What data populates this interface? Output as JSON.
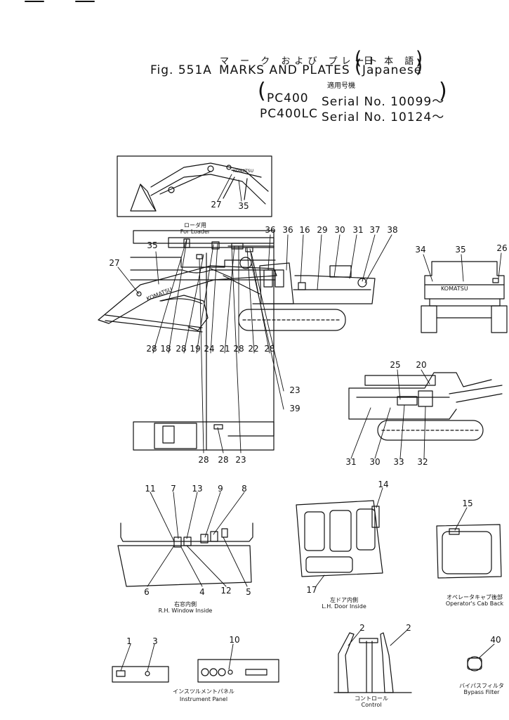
{
  "header": {
    "jp_title": "マ ー ク および プレート",
    "jp_lang": "日 本 語",
    "fig_label": "Fig. 551A",
    "title": "MARKS AND PLATES",
    "lang": "Japanese",
    "applic_jp": "適用号機",
    "model1": "PC400",
    "serial1": "Serial No. 10099～",
    "model2": "PC400LC",
    "serial2": "Serial No. 10124～"
  },
  "captions": {
    "loader_jp": "ローダ用",
    "loader_en": "For Loader",
    "rh_window_jp": "右窓内側",
    "rh_window_en": "R.H. Window Inside",
    "lh_door_jp": "左ドア内側",
    "lh_door_en": "L.H. Door Inside",
    "cab_back_jp": "オペレータキャブ後部",
    "cab_back_en": "Operator's Cab Back",
    "panel_jp": "インスツルメントパネル",
    "panel_en": "Instrument Panel",
    "control_jp": "コントロール",
    "control_en": "Control",
    "bypass_jp": "バイパスフィルタ",
    "bypass_en": "Bypass Filter"
  },
  "brand": "KOMATSU",
  "callouts": {
    "loader": [
      "27",
      "35"
    ],
    "side": [
      "36",
      "36",
      "16",
      "29",
      "30",
      "31",
      "37",
      "38",
      "35",
      "27"
    ],
    "rear": [
      "34",
      "35",
      "26"
    ],
    "top_upper": [
      "28",
      "18",
      "28",
      "19",
      "24",
      "21",
      "28",
      "22",
      "28"
    ],
    "top_right": [
      "23",
      "39"
    ],
    "top_lower": [
      "28",
      "28",
      "23"
    ],
    "left_side_top": [
      "25",
      "20"
    ],
    "left_side_bottom": [
      "31",
      "30",
      "33",
      "32"
    ],
    "rh_top": [
      "11",
      "7",
      "13",
      "9",
      "8"
    ],
    "rh_bottom": [
      "6",
      "4",
      "12",
      "5"
    ],
    "door": [
      "14",
      "17"
    ],
    "cab_back": [
      "15"
    ],
    "panel": [
      "1",
      "3",
      "10"
    ],
    "control": [
      "2",
      "2"
    ],
    "bypass": [
      "40"
    ]
  }
}
